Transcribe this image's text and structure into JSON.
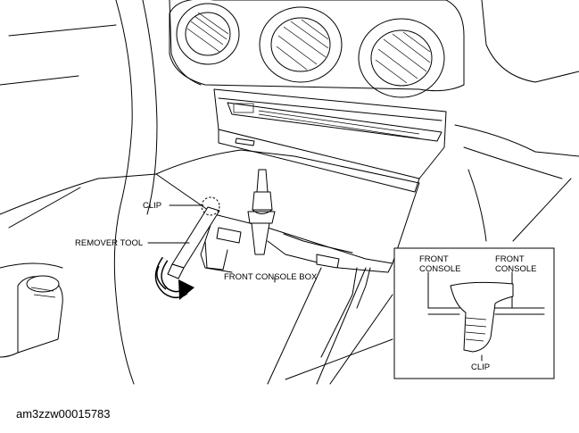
{
  "labels": {
    "clip": "CLIP",
    "remover_tool": "REMOVER TOOL",
    "front_console_box": "FRONT CONSOLE BOX"
  },
  "inset": {
    "front_console_left_line1": "FRONT",
    "front_console_left_line2": "CONSOLE",
    "front_console_right_line1": "FRONT",
    "front_console_right_line2": "CONSOLE",
    "clip": "CLIP"
  },
  "caption": "am3zzw00015783"
}
